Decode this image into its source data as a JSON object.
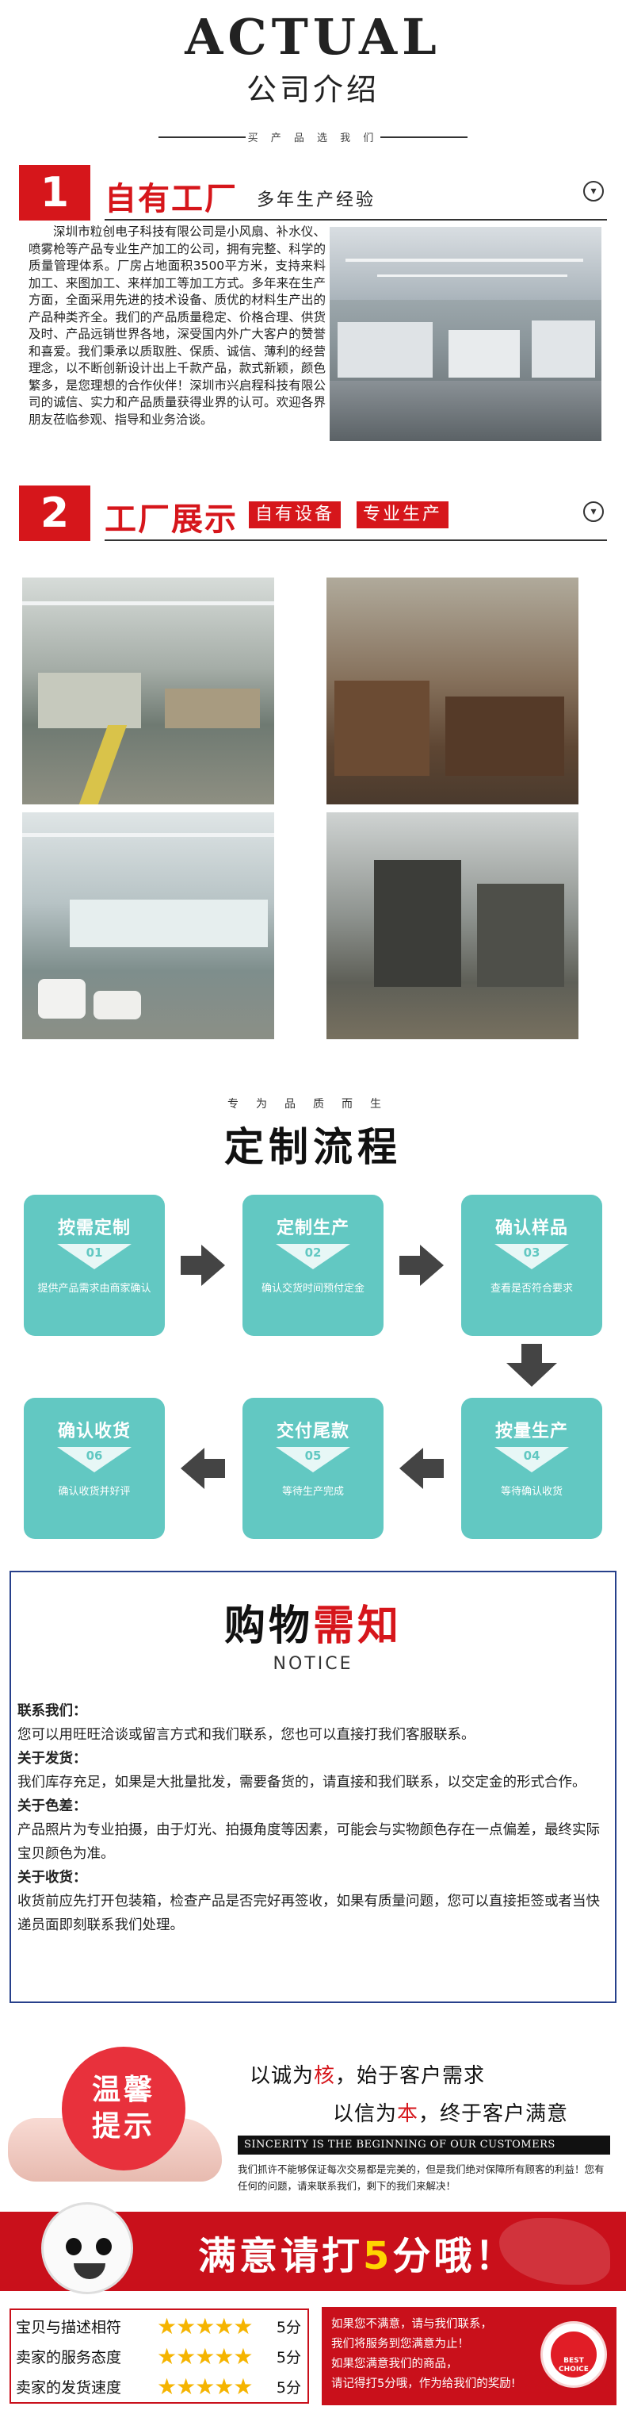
{
  "hero": {
    "title": "ACTUAL",
    "subtitle": "公司介绍",
    "tagline": "买 产 品 选 我 们"
  },
  "section1": {
    "number": "1",
    "name": "自有工厂",
    "tagline": "多年生产经验",
    "about": "深圳市粒创电子科技有限公司是小风扇、补水仪、喷雾枪等产品专业生产加工的公司，拥有完整、科学的质量管理体系。厂房占地面积3500平方米，支持来料加工、来图加工、来样加工等加工方式。多年来在生产方面，全面采用先进的技术设备、质优的材料生产出的产品种类齐全。我们的产品质量稳定、价格合理、供货及时、产品远销世界各地，深受国内外广大客户的赞誉和喜爱。我们秉承以质取胜、保质、诚信、薄利的经营理念，以不断创新设计出上千款产品，款式新颖，颜色繁多，是您理想的合作伙伴！深圳市兴启程科技有限公司的诚信、实力和产品质量获得业界的认可。欢迎各界朋友莅临参观、指导和业务洽谈。"
  },
  "section2": {
    "number": "2",
    "name": "工厂展示",
    "pill1": "自有设备",
    "pill2": "专业生产"
  },
  "process": {
    "tagline": "专为品质而生",
    "title": "定制流程",
    "steps": [
      {
        "title": "按需定制",
        "num": "01",
        "desc": "提供产品需求由商家确认"
      },
      {
        "title": "定制生产",
        "num": "02",
        "desc": "确认交货时间预付定金"
      },
      {
        "title": "确认样品",
        "num": "03",
        "desc": "查看是否符合要求"
      },
      {
        "title": "按量生产",
        "num": "04",
        "desc": "等待确认收货"
      },
      {
        "title": "交付尾款",
        "num": "05",
        "desc": "等待生产完成"
      },
      {
        "title": "确认收货",
        "num": "06",
        "desc": "确认收货并好评"
      }
    ]
  },
  "notice": {
    "title_black": "购物",
    "title_red": "需知",
    "subtitle": "NOTICE",
    "items": [
      {
        "head": "联系我们：",
        "text": "您可以用旺旺洽谈或留言方式和我们联系，您也可以直接打我们客服联系。"
      },
      {
        "head": "关于发货：",
        "text": "我们库存充足，如果是大批量批发，需要备货的，请直接和我们联系，以交定金的形式合作。"
      },
      {
        "head": "关于色差：",
        "text": "产品照片为专业拍摄，由于灯光、拍摄角度等因素，可能会与实物颜色存在一点偏差，最终实际宝贝颜色为准。"
      },
      {
        "head": "关于收货：",
        "text": "收货前应先打开包装箱，检查产品是否完好再签收，如果有质量问题，您可以直接拒签或者当快递员面即刻联系我们处理。"
      }
    ]
  },
  "warm": {
    "bubble1": "温馨",
    "bubble2": "提示",
    "line1_a": "以诚为",
    "line1_red": "核",
    "line1_b": "，始于客户需求",
    "line2_a": "以信为",
    "line2_red": "本",
    "line2_b": "，终于客户满意",
    "banner": "SINCERITY IS THE BEGINNING OF OUR CUSTOMERS",
    "small1": "我们抓许不能够保证每次交易都是完美的，但是我们绝对保障所有顾客的利益！您有任何的问题，请来联系我们，剩下的我们来解决！"
  },
  "satisfaction": {
    "text_a": "满意请打",
    "text_y": "5",
    "text_b": "分哦！"
  },
  "rating": {
    "rows": [
      {
        "label": "宝贝与描述相符",
        "stars": "★★★★★",
        "score": "5分"
      },
      {
        "label": "卖家的服务态度",
        "stars": "★★★★★",
        "score": "5分"
      },
      {
        "label": "卖家的发货速度",
        "stars": "★★★★★",
        "score": "5分"
      }
    ]
  },
  "card": {
    "l1": "如果您不满意，请与我们联系，",
    "l2": "我们将服务到您满意为止！",
    "l3": "如果您满意我们的商品，",
    "l4": "请记得打5分哦，作为给我们的奖励!",
    "badge": "BEST CHOICE"
  }
}
